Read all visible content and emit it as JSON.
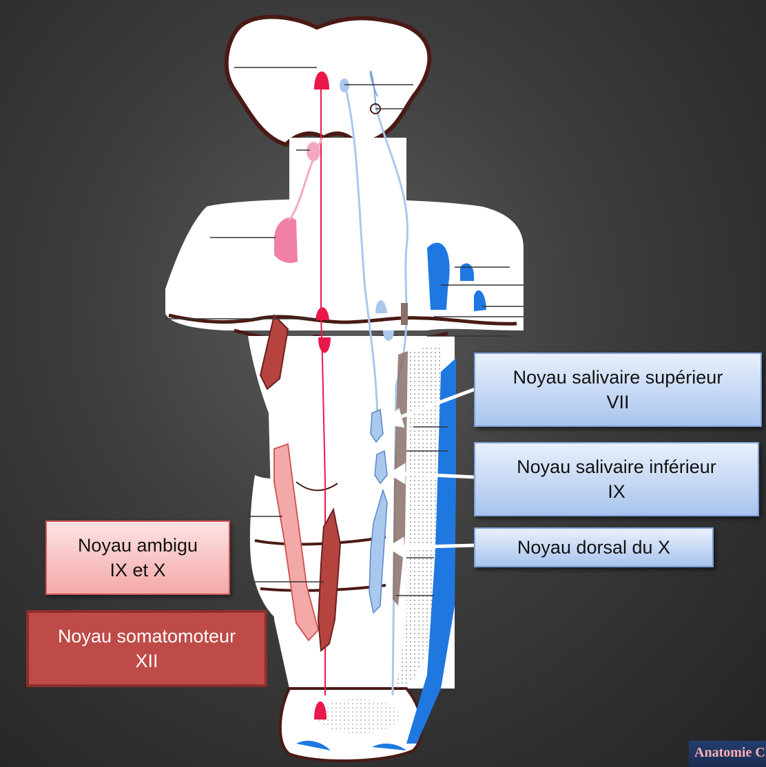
{
  "labels": {
    "salivaire_sup": "Noyau salivaire supérieur\nVII",
    "salivaire_inf": "Noyau salivaire inférieur\nIX",
    "dorsal_x": "Noyau dorsal du X",
    "ambigu": "Noyau ambigu\nIX et X",
    "somatomoteur": "Noyau somatomoteur\nXII"
  },
  "watermark": "Anatomie Clinique",
  "colors": {
    "background": "#3c3c3c",
    "brainstem": "#ffffff",
    "outline": "#4a1a14",
    "motor_red": "#e8194a",
    "ambigu_pink": "#f4a9a9",
    "somatomotor_dark": "#b5443f",
    "sensory_blue": "#1e78e0",
    "light_blue": "#a9c8ee",
    "brown": "#8a7068"
  }
}
